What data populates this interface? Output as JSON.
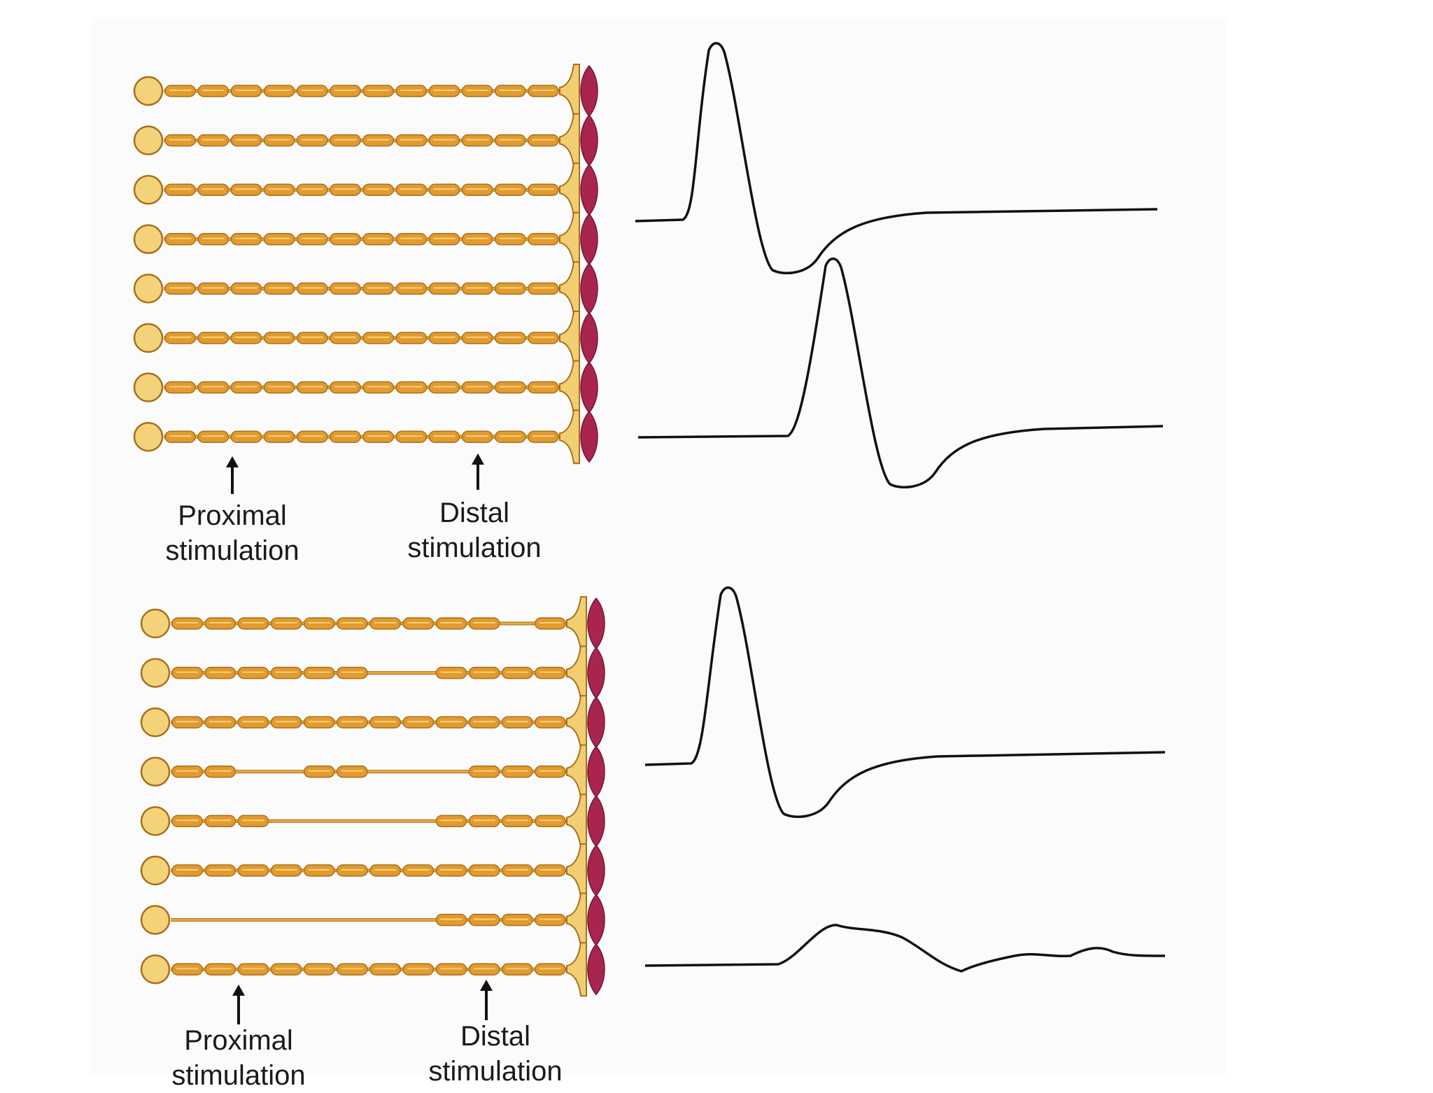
{
  "colors": {
    "axon": "#E8A93A",
    "myelin": "#E39A2E",
    "myelin_stripe": "#F6D27A",
    "outline": "#A8701C",
    "soma": "#F4D27A",
    "terminal": "#F2CE72",
    "muscle": "#A8254E",
    "trace": "#111111"
  },
  "panels": [
    {
      "id": "normal",
      "fibers": [
        {
          "blocks": 12,
          "demyelinated": []
        },
        {
          "blocks": 12,
          "demyelinated": []
        },
        {
          "blocks": 12,
          "demyelinated": []
        },
        {
          "blocks": 12,
          "demyelinated": []
        },
        {
          "blocks": 12,
          "demyelinated": []
        },
        {
          "blocks": 12,
          "demyelinated": []
        },
        {
          "blocks": 12,
          "demyelinated": []
        },
        {
          "blocks": 12,
          "demyelinated": []
        }
      ],
      "labels": {
        "proximal": [
          "Proximal",
          "stimulation"
        ],
        "distal": [
          "Distal",
          "stimulation"
        ]
      },
      "traces": [
        {
          "name": "proximal-response",
          "kind": "cmap"
        },
        {
          "name": "distal-response",
          "kind": "cmap"
        }
      ]
    },
    {
      "id": "conduction-block",
      "fibers": [
        {
          "blocks": 12,
          "demyelinated": [
            10
          ]
        },
        {
          "blocks": 12,
          "demyelinated": [
            6,
            7
          ]
        },
        {
          "blocks": 12,
          "demyelinated": []
        },
        {
          "blocks": 12,
          "demyelinated": [
            2,
            3,
            6,
            7,
            8
          ]
        },
        {
          "blocks": 12,
          "demyelinated": [
            3,
            4,
            5,
            6,
            7
          ]
        },
        {
          "blocks": 12,
          "demyelinated": []
        },
        {
          "blocks": 12,
          "demyelinated": [
            0,
            1,
            2,
            3,
            4,
            5,
            6,
            7
          ]
        },
        {
          "blocks": 12,
          "demyelinated": []
        }
      ],
      "labels": {
        "proximal": [
          "Proximal",
          "stimulation"
        ],
        "distal": [
          "Distal",
          "stimulation"
        ]
      },
      "traces": [
        {
          "name": "distal-response",
          "kind": "cmap"
        },
        {
          "name": "proximal-response-reduced",
          "kind": "dispersed"
        }
      ]
    }
  ]
}
